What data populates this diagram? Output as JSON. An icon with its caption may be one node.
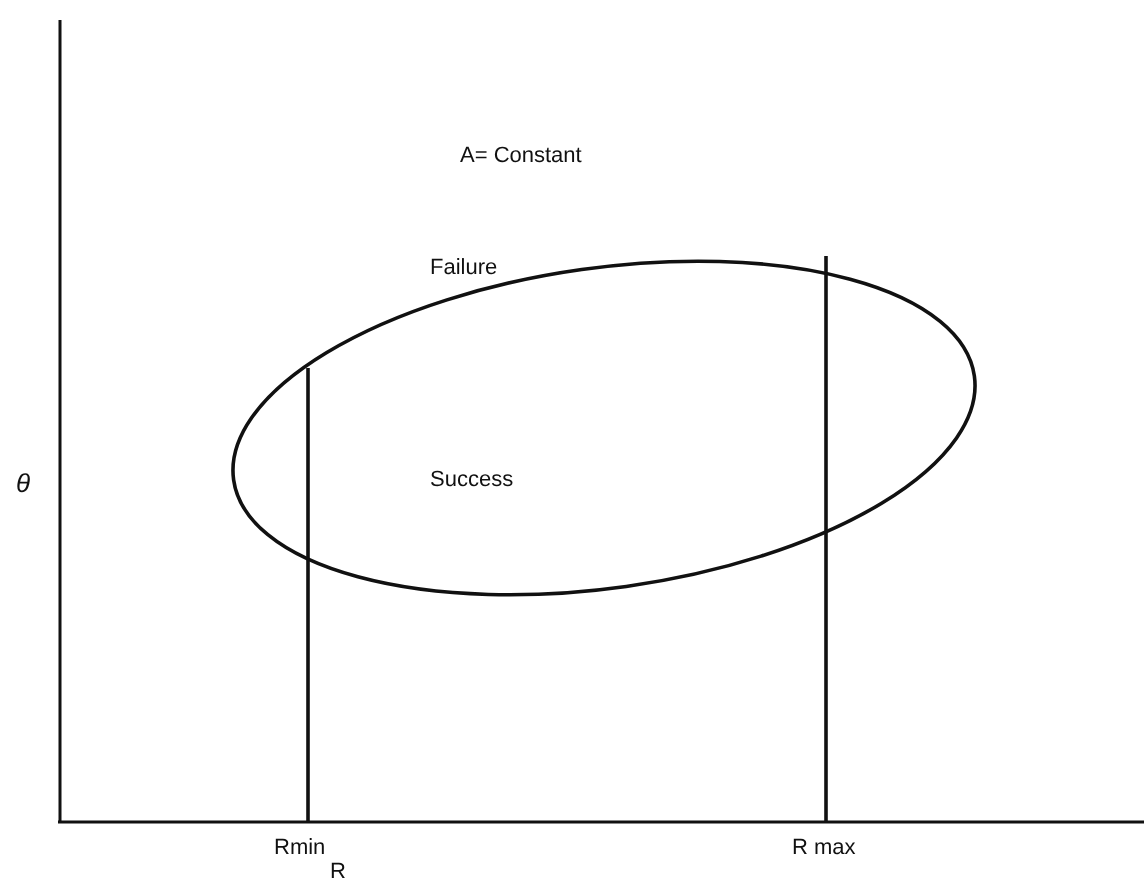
{
  "diagram": {
    "labels": [
      "A= Constant",
      "Failure",
      "Success",
      "θ",
      "Rmin",
      "R max",
      "R"
    ]
  }
}
